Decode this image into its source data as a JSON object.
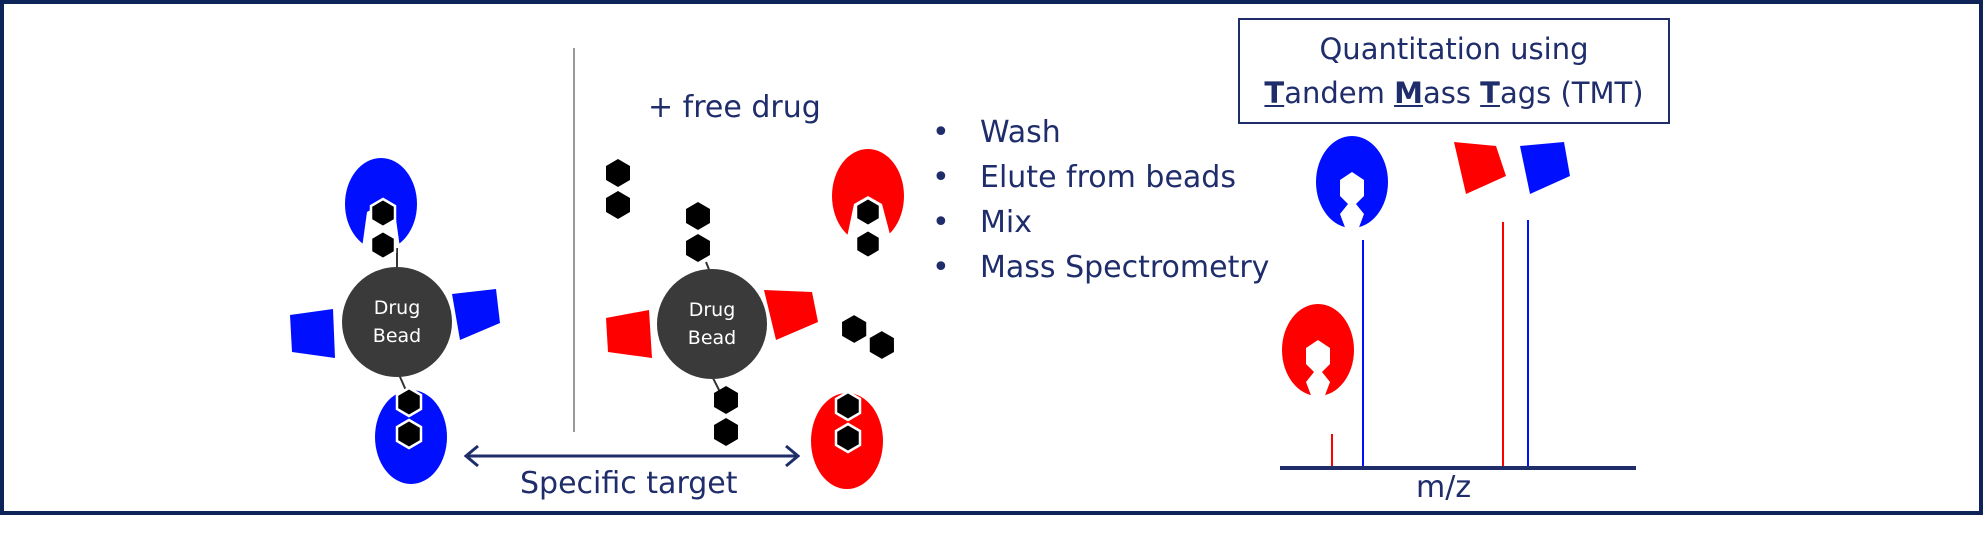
{
  "colors": {
    "border": "#0e2459",
    "text": "#1f2d6b",
    "blue": "#0010ff",
    "red": "#ff0000",
    "bead": "#3a3a3a",
    "drug": "#000000"
  },
  "left_panel": {
    "bead_label_line1": "Drug",
    "bead_label_line2": "Bead"
  },
  "middle_panel": {
    "title": "+ free drug",
    "bead_label_line1": "Drug",
    "bead_label_line2": "Bead"
  },
  "arrow_label": "Specific target",
  "steps": [
    "Wash",
    "Elute from beads",
    "Mix",
    "Mass Spectrometry"
  ],
  "tmt_box": {
    "line1": "Quantitation using",
    "line2_parts": [
      {
        "text": "T",
        "emphasis": true
      },
      {
        "text": "andem ",
        "emphasis": false
      },
      {
        "text": "M",
        "emphasis": true
      },
      {
        "text": "ass ",
        "emphasis": false
      },
      {
        "text": "T",
        "emphasis": true
      },
      {
        "text": "ags (TMT)",
        "emphasis": false
      }
    ]
  },
  "spectrum": {
    "x_axis_label": "m/z"
  }
}
